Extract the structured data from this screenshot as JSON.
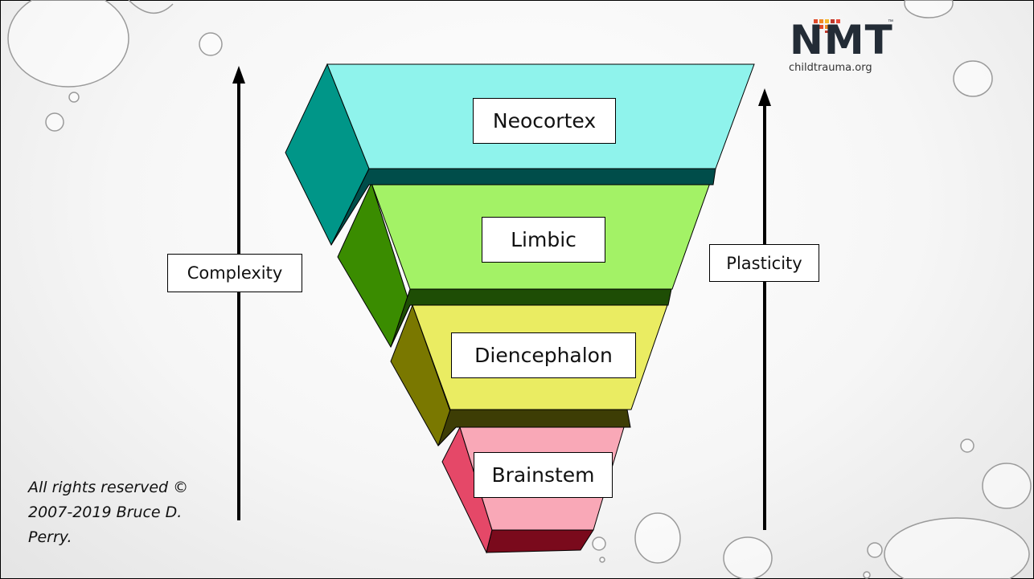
{
  "layers": [
    {
      "label": "Neocortex",
      "front": "#8ff3ec",
      "side": "#009688",
      "shadow": "#004d4a"
    },
    {
      "label": "Limbic",
      "front": "#a3f266",
      "side": "#3a8c00",
      "shadow": "#1e4d05"
    },
    {
      "label": "Diencephalon",
      "front": "#eaec62",
      "side": "#7a7800",
      "shadow": "#3d3d05"
    },
    {
      "label": "Brainstem",
      "front": "#f9a8b7",
      "side": "#e54868",
      "shadow": "#7a0a1c"
    }
  ],
  "axes": {
    "left_label": "Complexity",
    "right_label": "Plasticity"
  },
  "copyright": {
    "text": "All rights reserved © 2007-2019 Bruce D. Perry."
  },
  "logo": {
    "letters": "NMT",
    "tm": "™",
    "website": "childtrauma.org"
  }
}
